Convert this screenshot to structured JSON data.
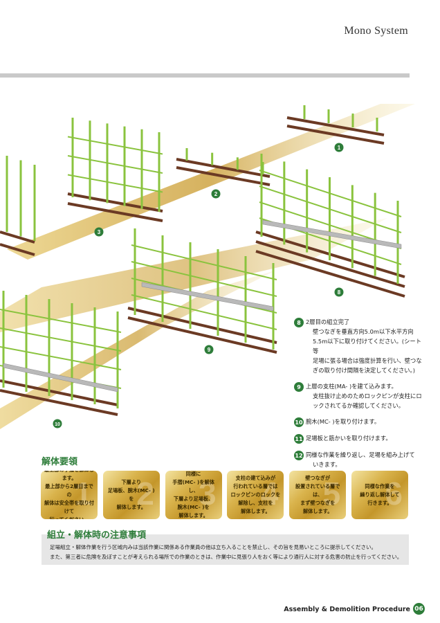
{
  "header": {
    "title": "Mono System"
  },
  "diagram": {
    "labels": [
      "1",
      "2",
      "3",
      "8",
      "9",
      "10"
    ],
    "colors": {
      "green_post": "#8ac33e",
      "brown_beam": "#6b3a24",
      "gold_band": "#d8b54b",
      "badge": "#2e7d3a"
    }
  },
  "steps": [
    {
      "num": "8",
      "title": "2層目の組立完了",
      "body": [
        "壁つなぎを垂直方向5.0m以下水平方向",
        "5.5m以下に取り付けてください。(シート等",
        "足場に張る場合は強度計算を行い、壁つな",
        "ぎの取り付け間隔を決定してください。)"
      ]
    },
    {
      "num": "9",
      "title": "上層の支柱(MA- )を建て込みます。",
      "body": [
        "支柱抜け止めのためロックピンが支柱にロ",
        "ックされてるか確認してください。"
      ]
    },
    {
      "num": "10",
      "title": "腕木(MC- )を取り付けます。",
      "body": []
    },
    {
      "num": "11",
      "title": "足場板と筋かいを取り付けます。",
      "body": []
    },
    {
      "num": "12",
      "title": "同様な作業を繰り返し、足場を組み上げて",
      "body": [
        "いきます。"
      ]
    }
  ],
  "kaitai": {
    "title": "解体要領",
    "cards": [
      {
        "num": "1",
        "lines": [
          "最上部の手摺を解体します。",
          "最上部から2層目までの",
          "解体は安全帯を取り付けて",
          "行ってください。"
        ]
      },
      {
        "num": "2",
        "lines": [
          "下層より",
          "足場板、腕木(MC- )を",
          "解体します。"
        ]
      },
      {
        "num": "3",
        "lines": [
          "同様に",
          "手摺(MC- )を解体し、",
          "下層より足場板、",
          "腕木(MC- )を",
          "解体します。"
        ]
      },
      {
        "num": "4",
        "lines": [
          "支柱の建て込みが",
          "行われている層では",
          "ロックピンのロックを",
          "解除し、支柱を",
          "解体します。"
        ]
      },
      {
        "num": "5",
        "lines": [
          "壁つなぎが",
          "設置されている層では、",
          "まず壁つなぎを",
          "解体します。"
        ]
      },
      {
        "num": "6",
        "lines": [
          "同様な作業を",
          "繰り返し解体して",
          "行きます。"
        ]
      }
    ]
  },
  "notes": {
    "title": "組立・解体時の注意事項",
    "lines": [
      "足場組立・解体作業を行う区域内みは当該作業に関係ある作業員の他は立ち入ることを禁止し、その旨を見易いところに提示してください。",
      "また、第三者に危険を及ぼすことが考えられる場所での作業のときは、作業中に見張り人をおく等により通行人に対する危害の防止を行ってください。"
    ]
  },
  "footer": {
    "text": "Assembly & Demolition Procedure",
    "page": "06"
  }
}
